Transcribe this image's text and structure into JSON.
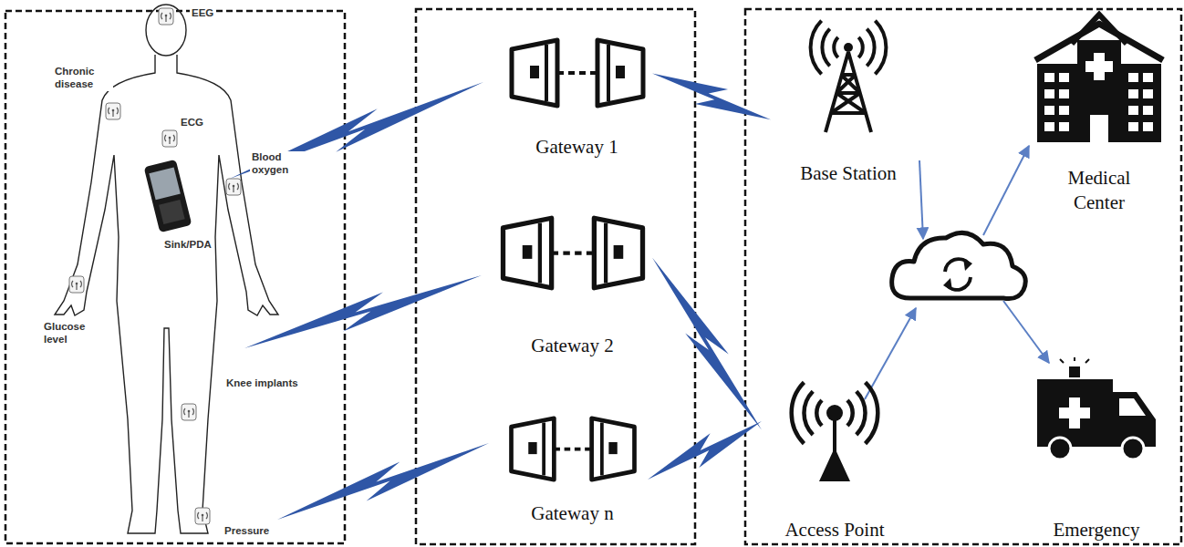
{
  "diagram": {
    "nodes": [
      {
        "text": [
          "Gateway 1"
        ]
      },
      {
        "text": [
          "Gateway 2"
        ]
      },
      {
        "text": [
          "Gateway n"
        ]
      },
      {
        "text": [
          "Base Station"
        ]
      },
      {
        "text": [
          "Access Point"
        ]
      },
      {
        "text": [
          "Medical Center"
        ]
      },
      {
        "text": [
          "Emergency"
        ]
      }
    ],
    "edges": [
      {
        "from": 0,
        "to": 3,
        "arrow": "none"
      },
      {
        "from": 1,
        "to": 4,
        "arrow": "none"
      },
      {
        "from": 2,
        "to": 4,
        "arrow": "none"
      }
    ],
    "labels": [
      "EEG",
      "Chronic disease",
      "ECG",
      "Blood oxygen",
      "Sink/PDA",
      "Glucose level",
      "Knee implants",
      "Pressure"
    ]
  }
}
